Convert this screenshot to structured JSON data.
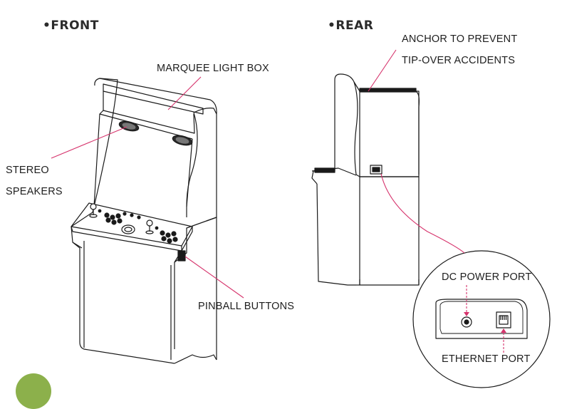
{
  "headings": {
    "front": "•FRONT",
    "rear": "•REAR"
  },
  "labels": {
    "marquee": "MARQUEE LIGHT BOX",
    "stereo_line1": "STEREO",
    "stereo_line2": "SPEAKERS",
    "pinball": "PINBALL BUTTONS",
    "anchor_line1": "ANCHOR TO PREVENT",
    "anchor_line2": "TIP-OVER ACCIDENTS",
    "dc_power": "DC POWER PORT",
    "ethernet": "ETHERNET PORT"
  },
  "colors": {
    "leader": "#d6336c",
    "outline": "#1a1a1a",
    "green_accent": "#8cb04b"
  }
}
